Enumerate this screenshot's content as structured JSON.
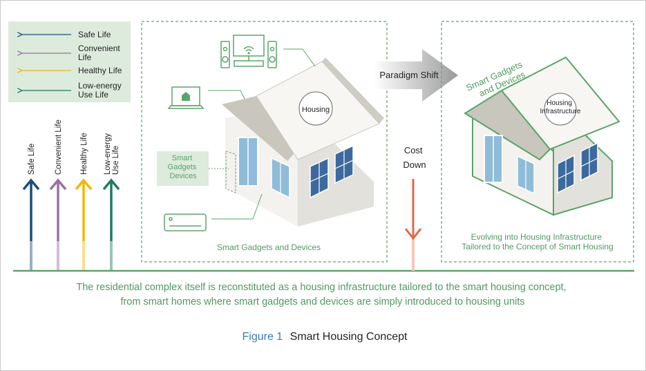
{
  "legend": {
    "items": [
      {
        "label_lines": [
          "Safe Life"
        ],
        "color": "#1e4d7b"
      },
      {
        "label_lines": [
          "Convenient",
          "Life"
        ],
        "color": "#9b6fa3"
      },
      {
        "label_lines": [
          "Healthy Life"
        ],
        "color": "#f2b705"
      },
      {
        "label_lines": [
          "Low-energy",
          "Use Life"
        ],
        "color": "#1f7a63"
      }
    ]
  },
  "arrows": [
    {
      "label_lines": [
        "Safe Life"
      ],
      "color": "#1e4d7b"
    },
    {
      "label_lines": [
        "Convenient Life"
      ],
      "color": "#9b6fa3"
    },
    {
      "label_lines": [
        "Healthy Life"
      ],
      "color": "#f2b705"
    },
    {
      "label_lines": [
        "Low-energy",
        "Use Life"
      ],
      "color": "#1f7a63"
    }
  ],
  "left_panel": {
    "house_label": "Housing",
    "side_label_lines": [
      "Smart",
      "Gadgets",
      "Devices"
    ],
    "caption": "Smart Gadgets and Devices"
  },
  "paradigm_shift": "Paradigm Shift",
  "cost_down": [
    "Cost",
    "Down"
  ],
  "right_panel": {
    "roof_label_lines": [
      "Smart Gadgets",
      "and Devices"
    ],
    "house_label_lines": [
      "Housing",
      "Infrastructure"
    ],
    "caption_lines": [
      "Evolving into Housing Infrastructure",
      "Tailored to the Concept of Smart Housing"
    ]
  },
  "description_lines": [
    "The residential complex itself is reconstituted as a housing infrastructure tailored to the smart housing concept,",
    "from smart homes where smart gadgets and devices are simply introduced to housing units"
  ],
  "figure": {
    "number": "Figure 1",
    "title": "Smart Housing Concept"
  },
  "colors": {
    "green": "#5aa36a",
    "green_text": "#4f9a5f",
    "legend_bg": "#dcebdc",
    "cost_arrow": "#e0674a",
    "figure_blue": "#3a78b5"
  }
}
